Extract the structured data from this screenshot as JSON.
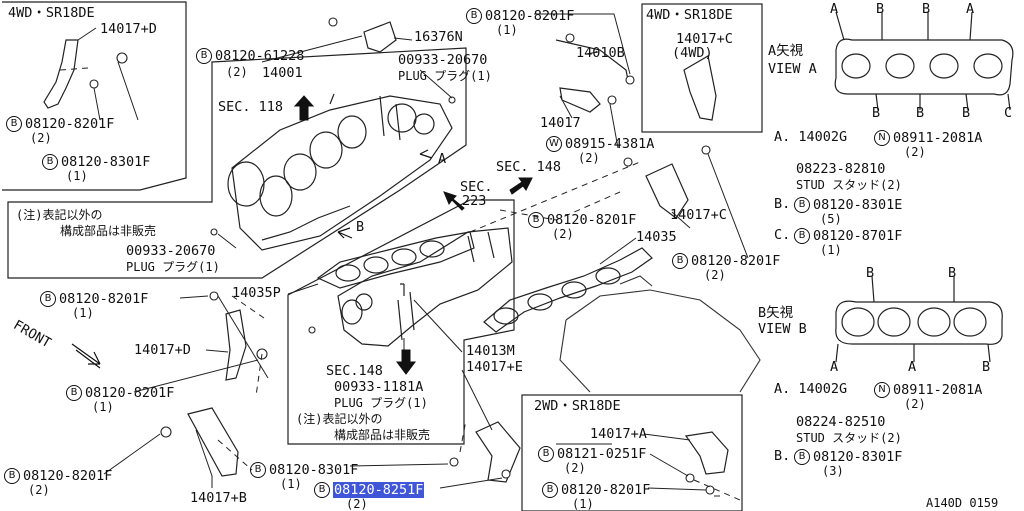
{
  "boxes": {
    "topleft_title": "4WD・SR18DE",
    "topcenter_title": "4WD・SR18DE",
    "bottom_title": "2WD・SR18DE"
  },
  "parts": {
    "p14017D_top": "14017+D",
    "p16376N": "16376N",
    "p14001": "14001",
    "p14010B": "14010B",
    "p14017C_box": "14017+C",
    "p14017C_4wd": "(4WD)",
    "p14017": "14017",
    "p14035": "14035",
    "p14017C": "14017+C",
    "p14035P": "14035P",
    "p14017D": "14017+D",
    "p14013M": "14013M",
    "p14017E": "14017+E",
    "p14017B": "14017+B",
    "p14017A": "14017+A"
  },
  "bolts": {
    "b1": {
      "letter": "B",
      "code": "08120-61228",
      "qty": "(2)"
    },
    "b2": {
      "letter": "B",
      "code": "08120-8201F",
      "qty": "(2)"
    },
    "b3": {
      "letter": "B",
      "code": "08120-8301F",
      "qty": "(1)"
    },
    "b4": {
      "letter": "B",
      "code": "08120-8201F",
      "qty": "(1)"
    },
    "b5": {
      "letter": "W",
      "code": "08915-4381A",
      "qty": "(2)"
    },
    "b6": {
      "letter": "B",
      "code": "08120-8201F",
      "qty": "(2)"
    },
    "b7": {
      "letter": "B",
      "code": "08120-8201F",
      "qty": "(2)"
    },
    "b8": {
      "letter": "B",
      "code": "08120-8201F",
      "qty": "(1)"
    },
    "b9": {
      "letter": "B",
      "code": "08120-8201F",
      "qty": "(1)"
    },
    "b10": {
      "letter": "B",
      "code": "08120-8201F",
      "qty": "(2)"
    },
    "b11": {
      "letter": "B",
      "code": "08120-8301F",
      "qty": "(1)"
    },
    "b12": {
      "letter": "B",
      "code": "08120-8251F",
      "qty": "(2)"
    },
    "b13": {
      "letter": "B",
      "code": "08121-0251F",
      "qty": "(2)"
    },
    "b14": {
      "letter": "B",
      "code": "08120-8201F",
      "qty": "(1)"
    }
  },
  "plugs": {
    "plug1_code": "00933-20670",
    "plug1_name": "PLUG プラグ(1)",
    "plug2_code": "00933-20670",
    "plug2_name": "PLUG プラグ(1)",
    "plug3_code": "00933-1181A",
    "plug3_name": "PLUG プラグ(1)"
  },
  "notes": {
    "note1_line1": "(注)表記以外の",
    "note1_line2": "構成部品は非販売",
    "note2_line1": "(注)表記以外の",
    "note2_line2": "構成部品は非販売"
  },
  "sections": {
    "sec118": "SEC. 118",
    "sec148a": "SEC. 148",
    "sec223a": "SEC.",
    "sec223b": "223",
    "sec148b": "SEC.148",
    "front": "FRONT",
    "arrow_a": "A",
    "arrow_b": "B"
  },
  "view_a": {
    "jp": "A矢視",
    "en": "VIEW A",
    "top_letters": [
      "A",
      "B",
      "B",
      "A"
    ],
    "bottom_letters": [
      "B",
      "B",
      "B",
      "C"
    ],
    "line1": "A. 14002G",
    "line1_n": {
      "letter": "N",
      "code": "08911-2081A"
    },
    "line1_qty": "(2)",
    "line2": "08223-82810",
    "line3": "STUD スタッド(2)",
    "line4_prefix": "B.",
    "line4": {
      "letter": "B",
      "code": "08120-8301E"
    },
    "line4_qty": "(5)",
    "line5_prefix": "C.",
    "line5": {
      "letter": "B",
      "code": "08120-8701F"
    },
    "line5_qty": "(1)"
  },
  "view_b": {
    "jp": "B矢視",
    "en": "VIEW B",
    "top_letters": [
      "B",
      "B"
    ],
    "bottom_letters": [
      "A",
      "A",
      "B"
    ],
    "line1": "A. 14002G",
    "line1_n": {
      "letter": "N",
      "code": "08911-2081A"
    },
    "line1_qty": "(2)",
    "line2": "08224-82510",
    "line3": "STUD スタッド(2)",
    "line4_prefix": "B.",
    "line4": {
      "letter": "B",
      "code": "08120-8301F"
    },
    "line4_qty": "(3)"
  },
  "footer": {
    "diagram_code": "A140D 0159"
  }
}
